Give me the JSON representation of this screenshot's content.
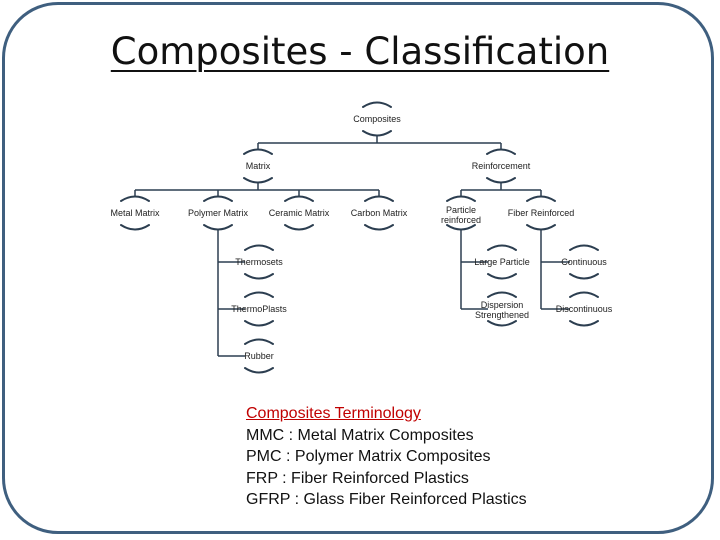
{
  "slide": {
    "title": "Composites - Classification"
  },
  "tree": {
    "root": "Composites",
    "matrix": "Matrix",
    "reinforcement": "Reinforcement",
    "metal_matrix": "Metal Matrix",
    "polymer_matrix": "Polymer Matrix",
    "ceramic_matrix": "Ceramic Matrix",
    "carbon_matrix": "Carbon Matrix",
    "particle_reinforced": "Particle reinforced",
    "fiber_reinforced": "Fiber Reinforced",
    "thermosets": "Thermosets",
    "thermoplasts": "ThermoPlasts",
    "rubber": "Rubber",
    "large_particle": "Large Particle",
    "dispersion_strengthened": "Dispersion Strengthened",
    "continuous": "Continuous",
    "discontinuous": "Discontinuous"
  },
  "terminology": {
    "heading": "Composites Terminology",
    "lines": [
      "MMC : Metal Matrix Composites",
      "PMC : Polymer Matrix Composites",
      "FRP : Fiber Reinforced Plastics",
      "GFRP : Glass Fiber Reinforced Plastics"
    ]
  }
}
